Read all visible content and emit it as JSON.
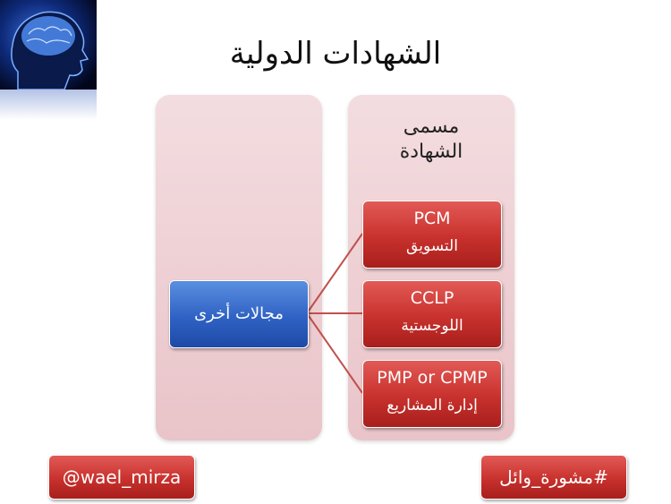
{
  "title": "الشهادات الدولية",
  "right_column": {
    "header_line1": "مسمى",
    "header_line2": "الشهادة",
    "certificates": [
      {
        "code": "PCM",
        "field": "التسويق"
      },
      {
        "code": "CCLP",
        "field": "اللوجستية"
      },
      {
        "code": "PMP or CPMP",
        "field": "إدارة المشاريع"
      }
    ]
  },
  "left_column": {
    "node_label": "مجالات أخرى"
  },
  "footer": {
    "handle": "@wael_mirza",
    "hashtag": "#مشورة_وائل"
  },
  "colors": {
    "column_fill": "#e9c4c9",
    "red_box": "#c8312d",
    "blue_box": "#2f62c4",
    "connector": "#c0504d"
  }
}
